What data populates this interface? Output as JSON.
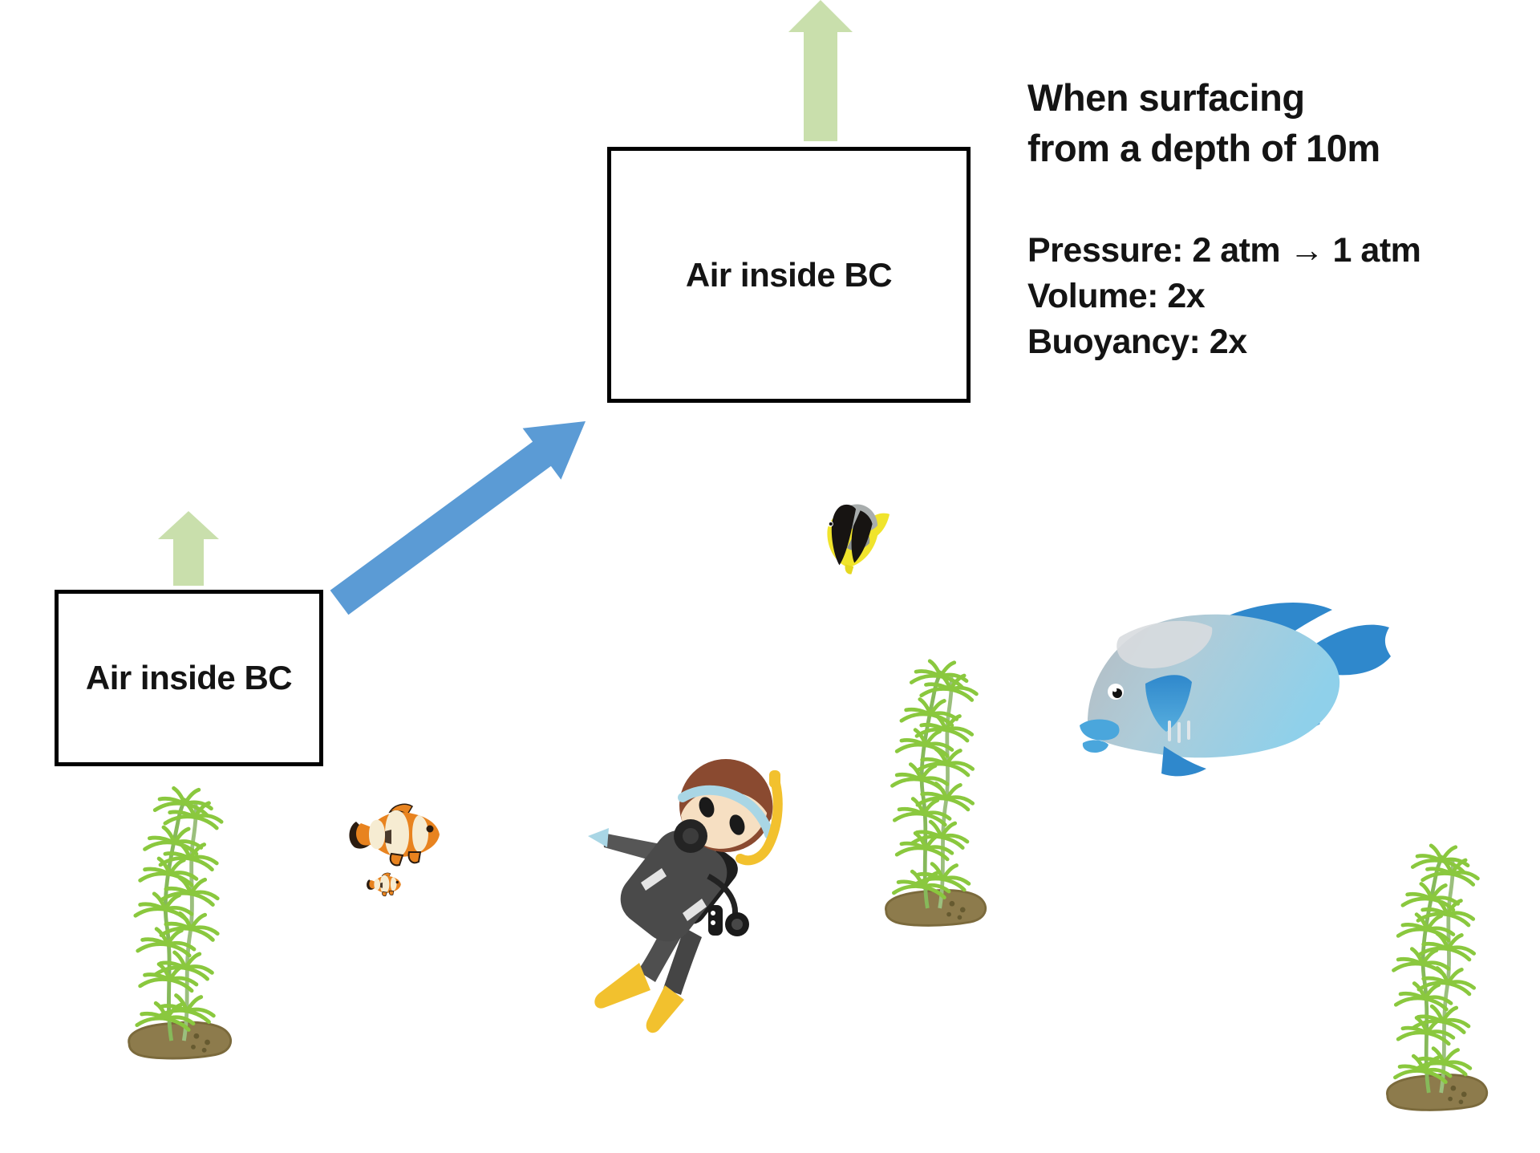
{
  "diagram": {
    "annotation": {
      "title_line1": "When surfacing",
      "title_line2": "from a depth of 10m",
      "facts": [
        "Pressure: 2 atm → 1 atm",
        "Volume: 2x",
        "Buoyancy: 2x"
      ]
    },
    "boxes": {
      "surface": {
        "label": "Air inside BC"
      },
      "depth": {
        "label": "Air inside BC"
      }
    },
    "colors": {
      "background": "#ffffff",
      "buoyancy_arrow_green": "#c9dfac",
      "ascent_arrow_blue": "#5b9bd5",
      "box_border": "#000000",
      "text": "#141414"
    },
    "illustrations": {
      "characters": [
        "scuba-diver"
      ],
      "fish": [
        "clownfish-pair",
        "moorish-idol",
        "napoleon-wrasse"
      ],
      "plants": [
        "seaweed-left",
        "seaweed-center",
        "seaweed-right"
      ]
    }
  }
}
